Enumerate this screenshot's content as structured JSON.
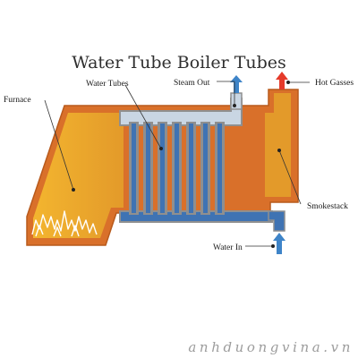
{
  "title": "Water Tube Boiler Tubes",
  "labels": {
    "furnace": "Furnace",
    "water_tubes": "Water Tubes",
    "steam_out": "Steam Out",
    "hot_gasses": "Hot Gasses",
    "smokestack": "Smokestack",
    "water_in": "Water In"
  },
  "watermark": "anhduongvina.vn",
  "colors": {
    "casing": "#d9702a",
    "casing_dark": "#b85a1c",
    "furnace_fill": "#e8a92c",
    "tube_outer": "#8f8f8f",
    "tube_inner": "#3f73b3",
    "drum": "#c9d6e3",
    "steam_arrow": "#3e84c8",
    "hot_gas_arrow": "#e53a2a",
    "flame": "#ffffff"
  },
  "icons": {
    "steam_out": "arrow-up-icon",
    "hot_gasses": "arrow-up-icon",
    "water_in": "arrow-up-icon",
    "flames": "flame-icon"
  }
}
